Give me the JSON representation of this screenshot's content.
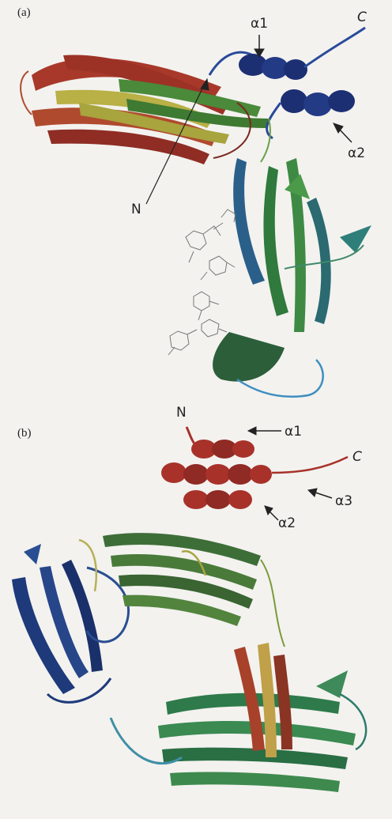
{
  "panel_a": {
    "letter": "(a)",
    "labels": {
      "alpha1": "α1",
      "c_term": "C",
      "alpha2": "α2",
      "n_term": "N"
    },
    "colors": {
      "helix": "#1d2f73",
      "sheet_top_red": "#a8392a",
      "sheet_top_yellow": "#b9b046",
      "sheet_top_green": "#4a8a3a",
      "sheet_lower_green": "#2f7a3c",
      "sheet_lower_blue": "#2a5f8a",
      "sugar": "#777777"
    }
  },
  "panel_b": {
    "letter": "(b)",
    "labels": {
      "n_term": "N",
      "alpha1": "α1",
      "c_term": "C",
      "alpha3": "α3",
      "alpha2": "α2"
    },
    "colors": {
      "helix": "#a8322a",
      "domain_left_blue": "#1e3a7a",
      "domain_mid_green": "#3e6e38",
      "domain_bottom_green": "#2e7a4a",
      "domain_bottom_red": "#a8412a",
      "linker_cyan": "#3f8fa6"
    }
  }
}
